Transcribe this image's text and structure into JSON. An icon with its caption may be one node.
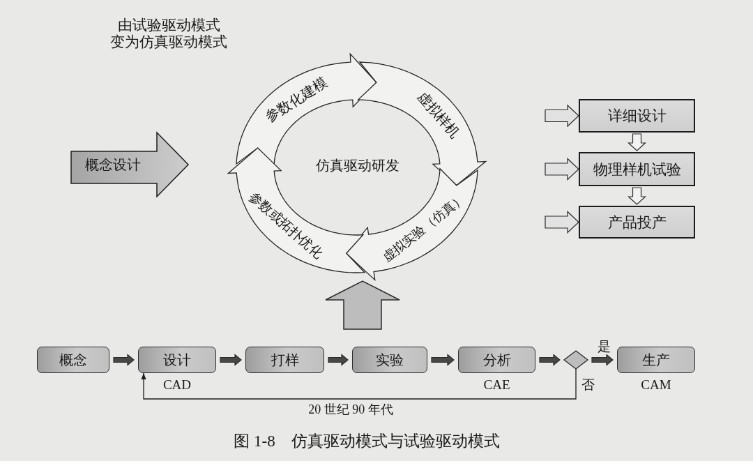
{
  "diagram": {
    "title": "由试验驱动模式变为仿真驱动模式",
    "caption": "图 1-8　仿真驱动模式与试验驱动模式",
    "nodes": [
      {
        "text": [
          "概念设计"
        ]
      },
      {
        "text": [
          "仿真驱动研发"
        ]
      },
      {
        "text": [
          "参数化建模"
        ],
        "in": 1
      },
      {
        "text": [
          "虚拟样机"
        ],
        "in": 1
      },
      {
        "text": [
          "虚拟实验（仿真）"
        ],
        "in": 1
      },
      {
        "text": [
          "参数或拓扑优化"
        ],
        "in": 1
      },
      {
        "text": [
          "详细设计"
        ]
      },
      {
        "text": [
          "物理样机试验"
        ]
      },
      {
        "text": [
          "产品投产"
        ]
      },
      {
        "text": [
          "概念"
        ]
      },
      {
        "text": [
          "设计"
        ],
        "beside": [
          "CAD"
        ]
      },
      {
        "text": [
          "打样"
        ]
      },
      {
        "text": [
          "实验"
        ]
      },
      {
        "text": [
          "分析"
        ],
        "beside": [
          "CAE"
        ]
      },
      {
        "text": [],
        "shape": "diamond"
      },
      {
        "text": [
          "生产"
        ],
        "beside": [
          "CAM"
        ]
      }
    ],
    "edges": [
      {
        "from": null,
        "to": 6,
        "arrow": "to",
        "style": "thick",
        "color": "#e2e2e2"
      },
      {
        "from": null,
        "to": 7,
        "arrow": "to",
        "style": "thick",
        "color": "#e2e2e2"
      },
      {
        "from": null,
        "to": 8,
        "arrow": "to",
        "style": "thick",
        "color": "#e2e2e2"
      },
      {
        "from": 6,
        "to": 7,
        "arrow": "to",
        "style": "thick",
        "color": "#f2f2f2"
      },
      {
        "from": 7,
        "to": 8,
        "arrow": "to",
        "style": "thick",
        "color": "#f2f2f2"
      },
      {
        "from": null,
        "to": 1,
        "arrow": "to",
        "style": "thick",
        "color": "#bdbdbd"
      },
      {
        "from": 9,
        "to": 10,
        "arrow": "to",
        "style": "thick"
      },
      {
        "from": 10,
        "to": 11,
        "arrow": "to",
        "style": "thick"
      },
      {
        "from": 11,
        "to": 12,
        "arrow": "to",
        "style": "thick"
      },
      {
        "from": 12,
        "to": 13,
        "arrow": "to",
        "style": "thick"
      },
      {
        "from": 13,
        "to": 14,
        "arrow": "to",
        "style": "thick"
      },
      {
        "from": 14,
        "to": 15,
        "arrow": "to",
        "style": "thick",
        "label": "是"
      },
      {
        "from": 14,
        "to": 10,
        "arrow": "to",
        "label": "否"
      }
    ],
    "labels": [
      "20 世纪 90 年代"
    ]
  }
}
